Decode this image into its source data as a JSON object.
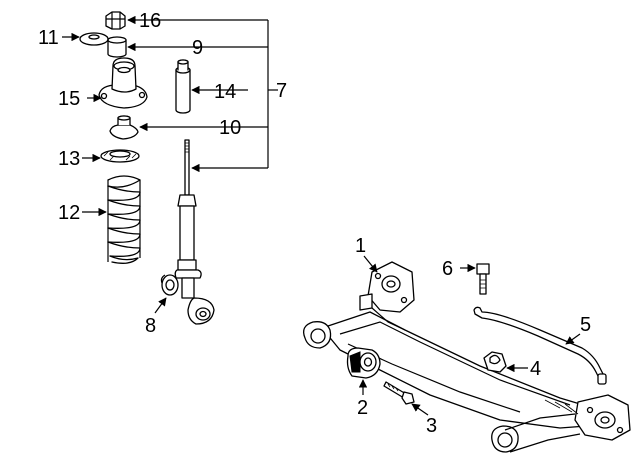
{
  "diagram": {
    "callouts": {
      "c1": "1",
      "c2": "2",
      "c3": "3",
      "c4": "4",
      "c5": "5",
      "c6": "6",
      "c7": "7",
      "c8": "8",
      "c9": "9",
      "c10": "10",
      "c11": "11",
      "c12": "12",
      "c13": "13",
      "c14": "14",
      "c15": "15",
      "c16": "16"
    },
    "colors": {
      "ink": "#000000",
      "paper": "#ffffff"
    }
  }
}
